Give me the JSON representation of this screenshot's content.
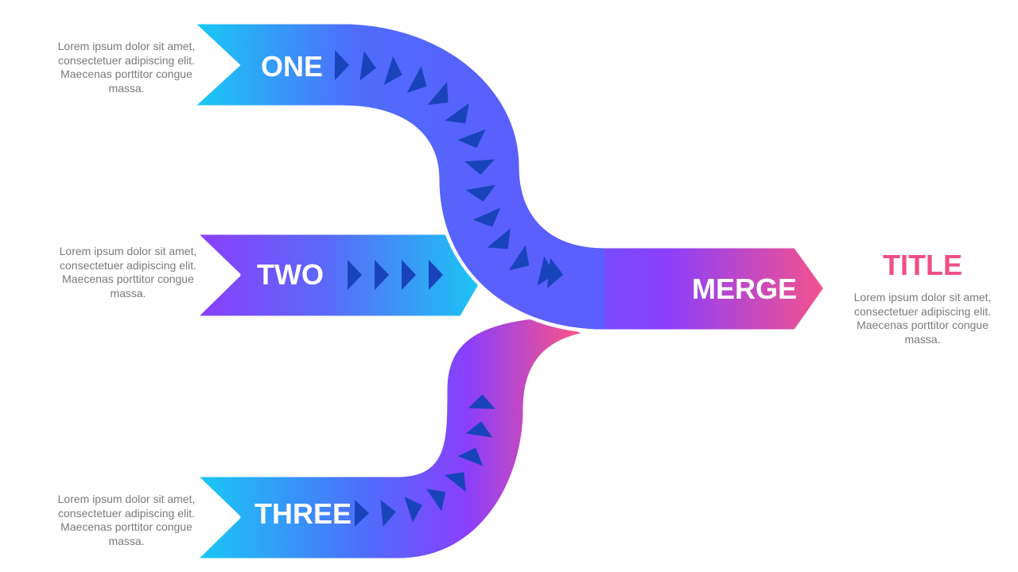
{
  "branches": [
    {
      "label": "ONE",
      "description": "Lorem ipsum dolor sit amet, consectetuer adipiscing elit. Maecenas porttitor congue massa."
    },
    {
      "label": "TWO",
      "description": "Lorem ipsum dolor sit amet, consectetuer adipiscing elit. Maecenas porttitor congue massa."
    },
    {
      "label": "THREE",
      "description": "Lorem ipsum dolor sit amet, consectetuer adipiscing elit. Maecenas porttitor congue massa."
    }
  ],
  "merge": {
    "label": "MERGE"
  },
  "title": {
    "text": "TITLE",
    "description": "Lorem ipsum dolor sit amet, consectetuer adipiscing elit. Maecenas porttitor congue massa."
  },
  "colors": {
    "cyan": "#19c8f4",
    "blue": "#4f6cfc",
    "violet": "#8b3ffb",
    "pink": "#f4528c",
    "chevron": "#1943bb",
    "title": "#ef4f86",
    "body_text": "#7a7a7a"
  }
}
